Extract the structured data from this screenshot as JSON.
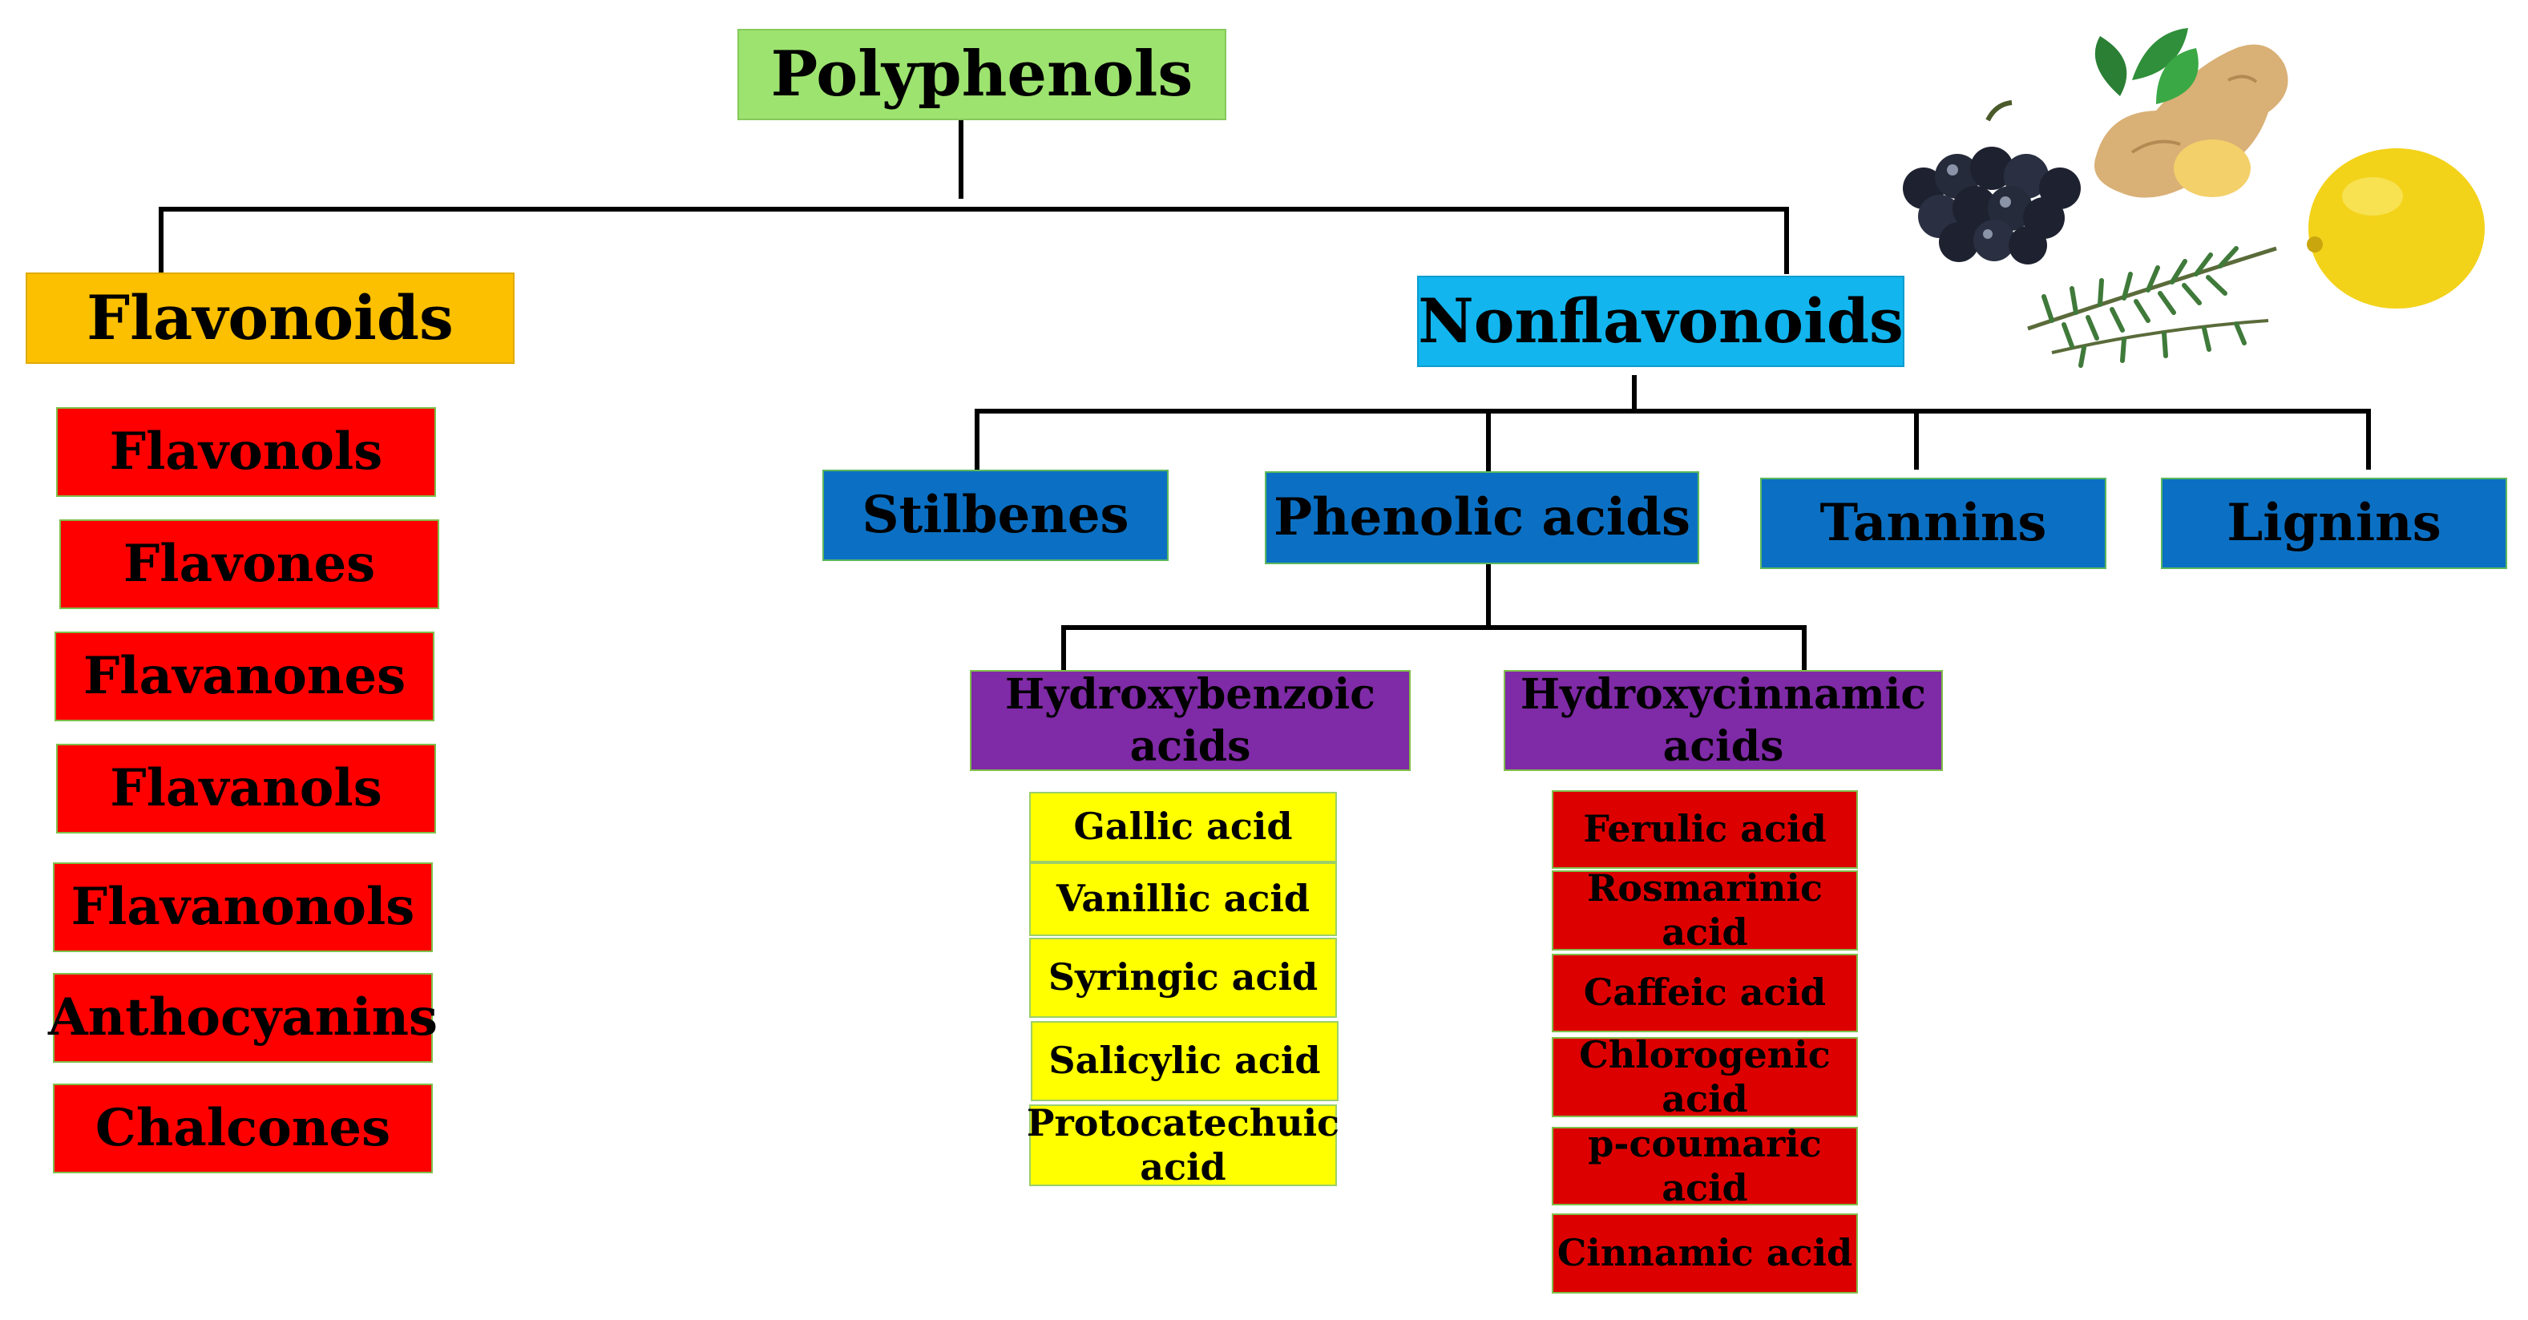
{
  "root": "Polyphenols",
  "flavonoids": {
    "label": "Flavonoids",
    "items": [
      "Flavonols",
      "Flavones",
      "Flavanones",
      "Flavanols",
      "Flavanonols",
      "Anthocyanins",
      "Chalcones"
    ]
  },
  "nonflavonoids": {
    "label": "Nonflavonoids",
    "stilbenes": "Stilbenes",
    "phenolic_acids": "Phenolic acids",
    "tannins": "Tannins",
    "lignins": "Lignins"
  },
  "hydroxybenzoic": {
    "label": "Hydroxybenzoic acids",
    "items": [
      "Gallic acid",
      "Vanillic acid",
      "Syringic acid",
      "Salicylic acid",
      "Protocatechuic acid"
    ]
  },
  "hydroxycinnamic": {
    "label": "Hydroxycinnamic acids",
    "items": [
      "Ferulic acid",
      "Rosmarinic acid",
      "Caffeic acid",
      "Chlorogenic acid",
      "p-coumaric acid",
      "Cinnamic acid"
    ]
  },
  "colors": {
    "root": "#9de36f",
    "flavonoids": "#fcc000",
    "flavonoid_items": "#ff0000",
    "nonflavonoids": "#12b5ee",
    "nonflavonoid_subclasses": "#0b70c3",
    "phenolic_subclasses": "#7f2aa6",
    "hydroxybenzoic_items": "#ffff00",
    "hydroxycinnamic_items": "#dd0000"
  },
  "decoration_icons": [
    "grapes-image",
    "ginger-image",
    "mint-leaf-image",
    "lemon-image",
    "rosemary-image"
  ]
}
